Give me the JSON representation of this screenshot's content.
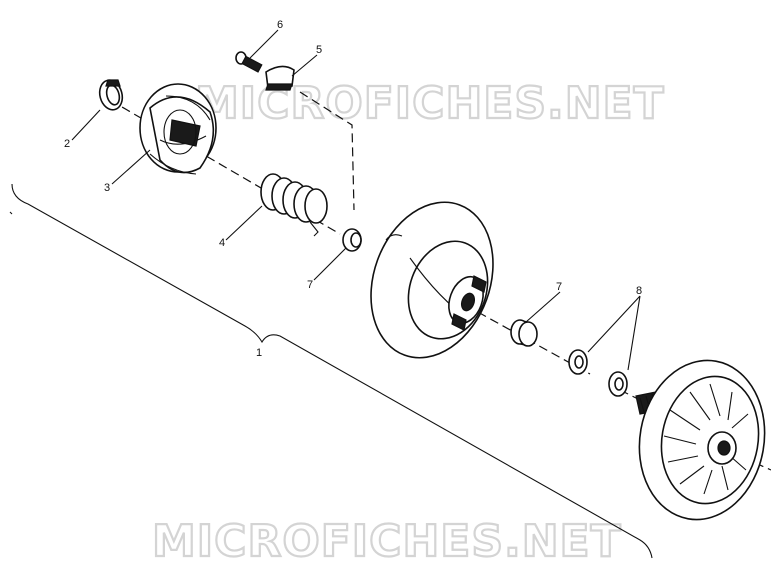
{
  "watermark_top": "MICROFICHES.NET",
  "watermark_bottom": "MICROFICHES.NET",
  "callouts": {
    "c1": "1",
    "c2": "2",
    "c3": "3",
    "c4": "4",
    "c5": "5",
    "c6": "6",
    "c7a": "7",
    "c7b": "7",
    "c8": "8"
  }
}
